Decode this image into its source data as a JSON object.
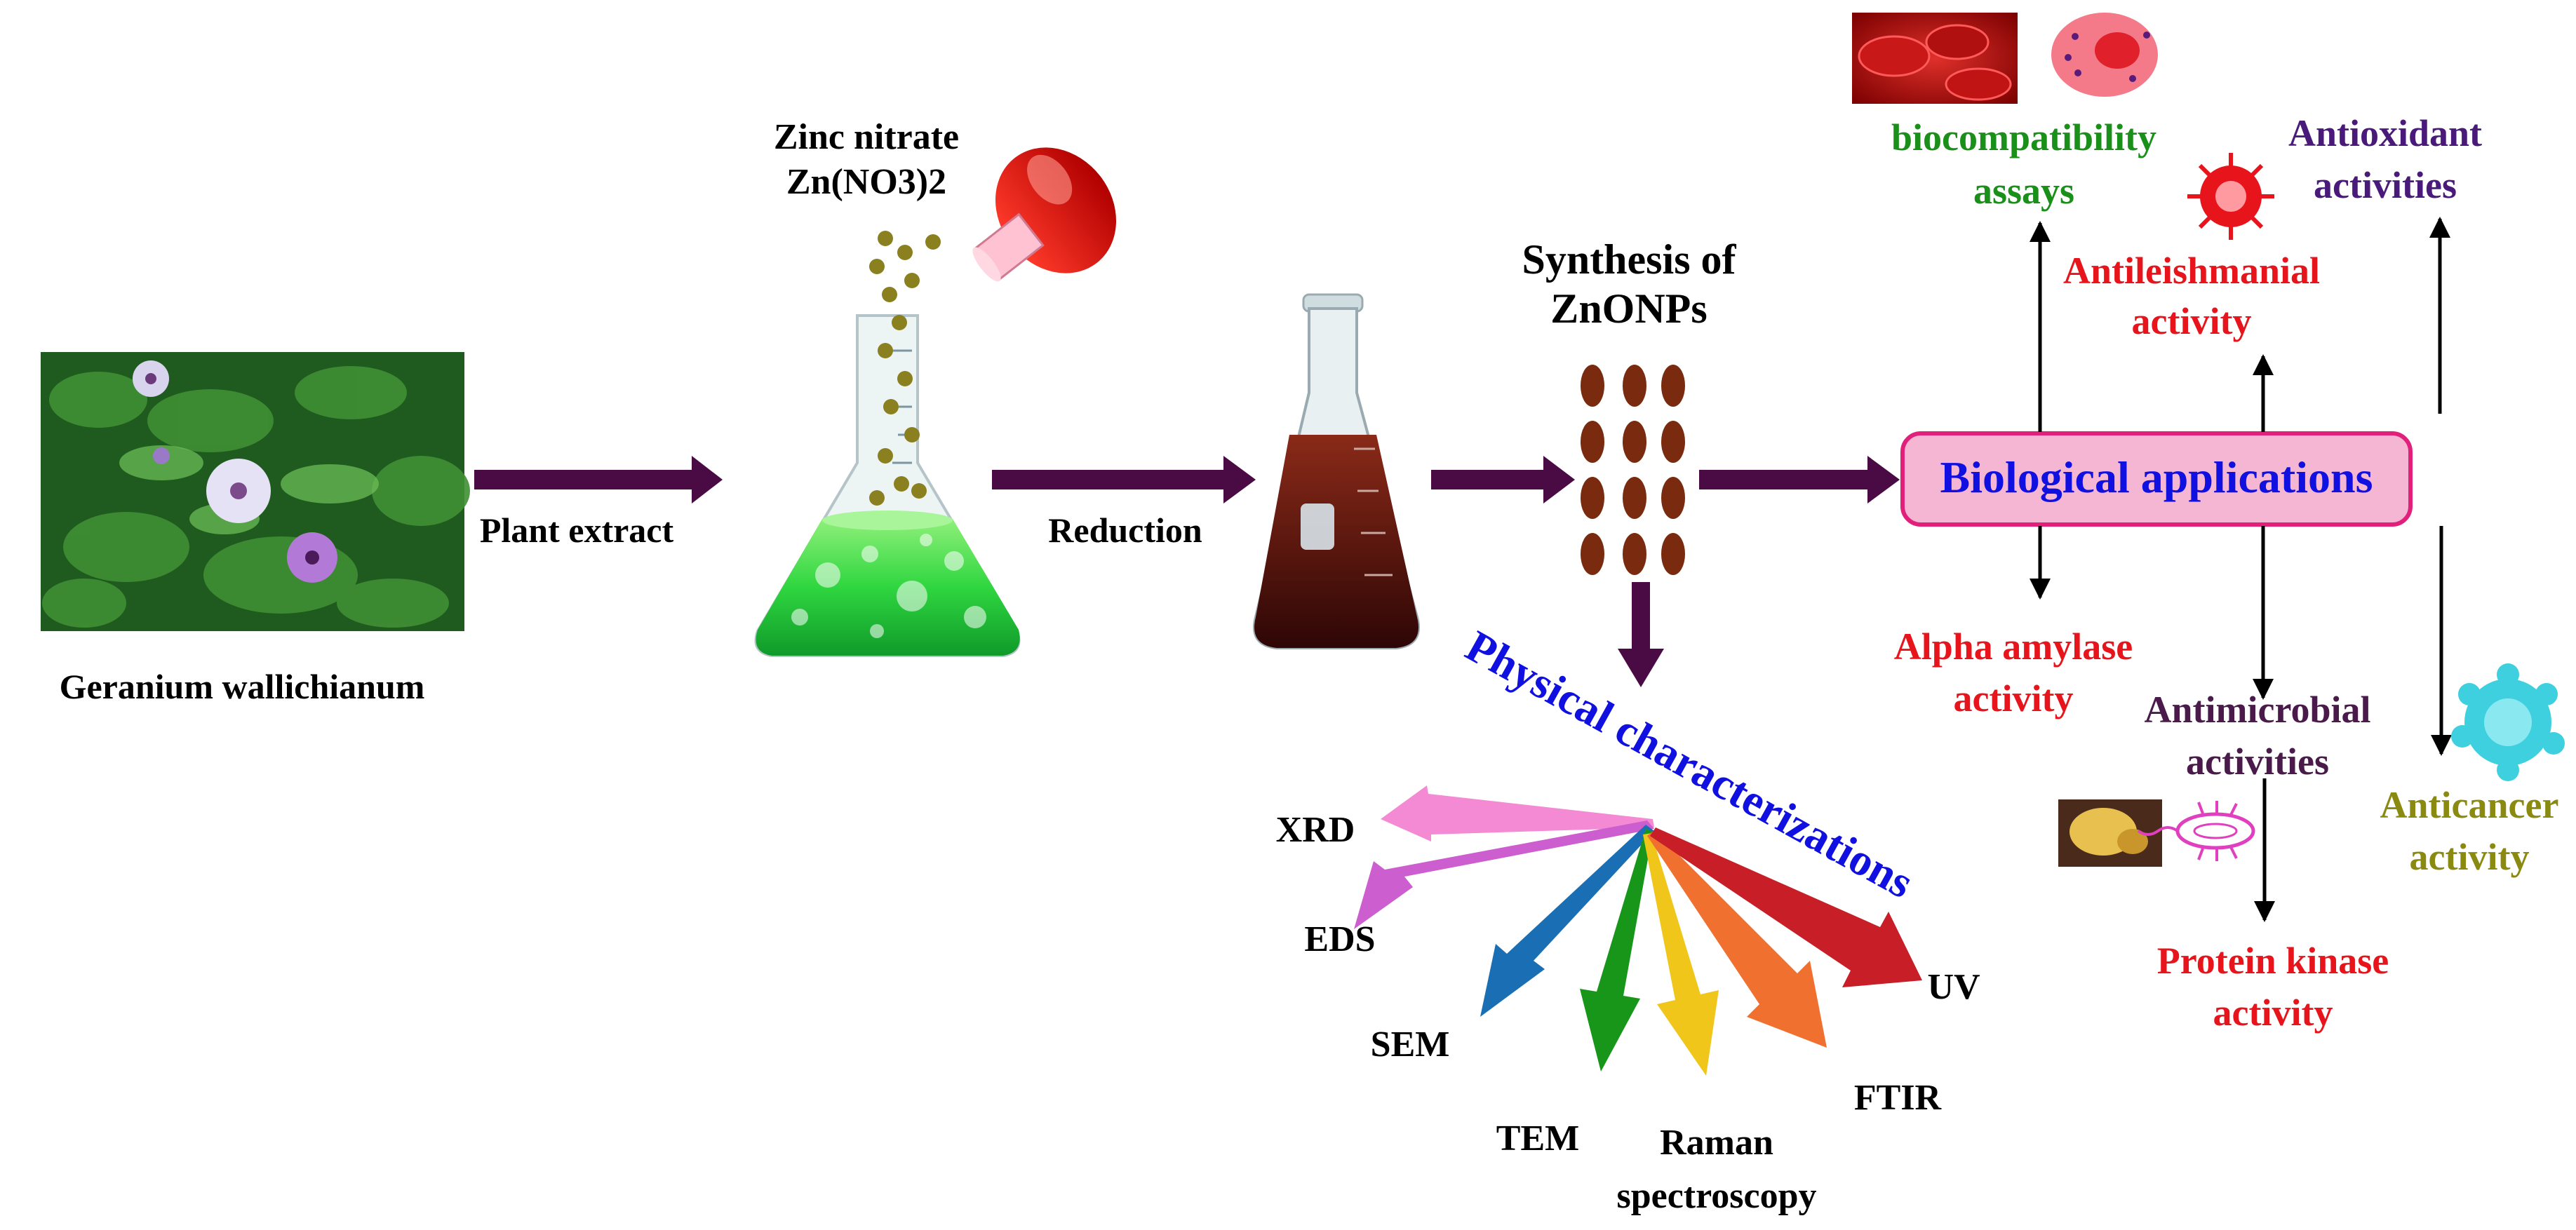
{
  "plant": {
    "label": "Geranium wallichianum"
  },
  "zinc": {
    "line1": "Zinc nitrate",
    "line2": "Zn(NO3)2"
  },
  "steps": {
    "plant_extract": "Plant extract",
    "reduction": "Reduction"
  },
  "synthesis": {
    "line1": "Synthesis of",
    "line2": "ZnONPs"
  },
  "physical": {
    "title": "Physical characterizations",
    "techniques": [
      "XRD",
      "EDS",
      "SEM",
      "TEM",
      "Raman",
      "spectroscopy",
      "FTIR",
      "UV"
    ]
  },
  "biological": {
    "title": "Biological applications",
    "biocompat": [
      "biocompatibility",
      "assays"
    ],
    "antileish": [
      "Antileishmanial",
      "activity"
    ],
    "antiox": [
      "Antioxidant",
      "activities"
    ],
    "alpha": [
      "Alpha amylase",
      "activity"
    ],
    "antimicro": [
      "Antimicrobial",
      "activities"
    ],
    "anticancer": [
      "Anticancer",
      "activity"
    ],
    "kinase": [
      "Protein kinase",
      "activity"
    ]
  },
  "colors": {
    "arrow": "#4a0a44",
    "green": "#1a8f1a",
    "red": "#e8141c",
    "purple": "#4a1a7a",
    "blue": "#1010e0",
    "olive": "#8a8a10",
    "box_fill": "#f5b6d4",
    "box_stroke": "#e0207a"
  }
}
